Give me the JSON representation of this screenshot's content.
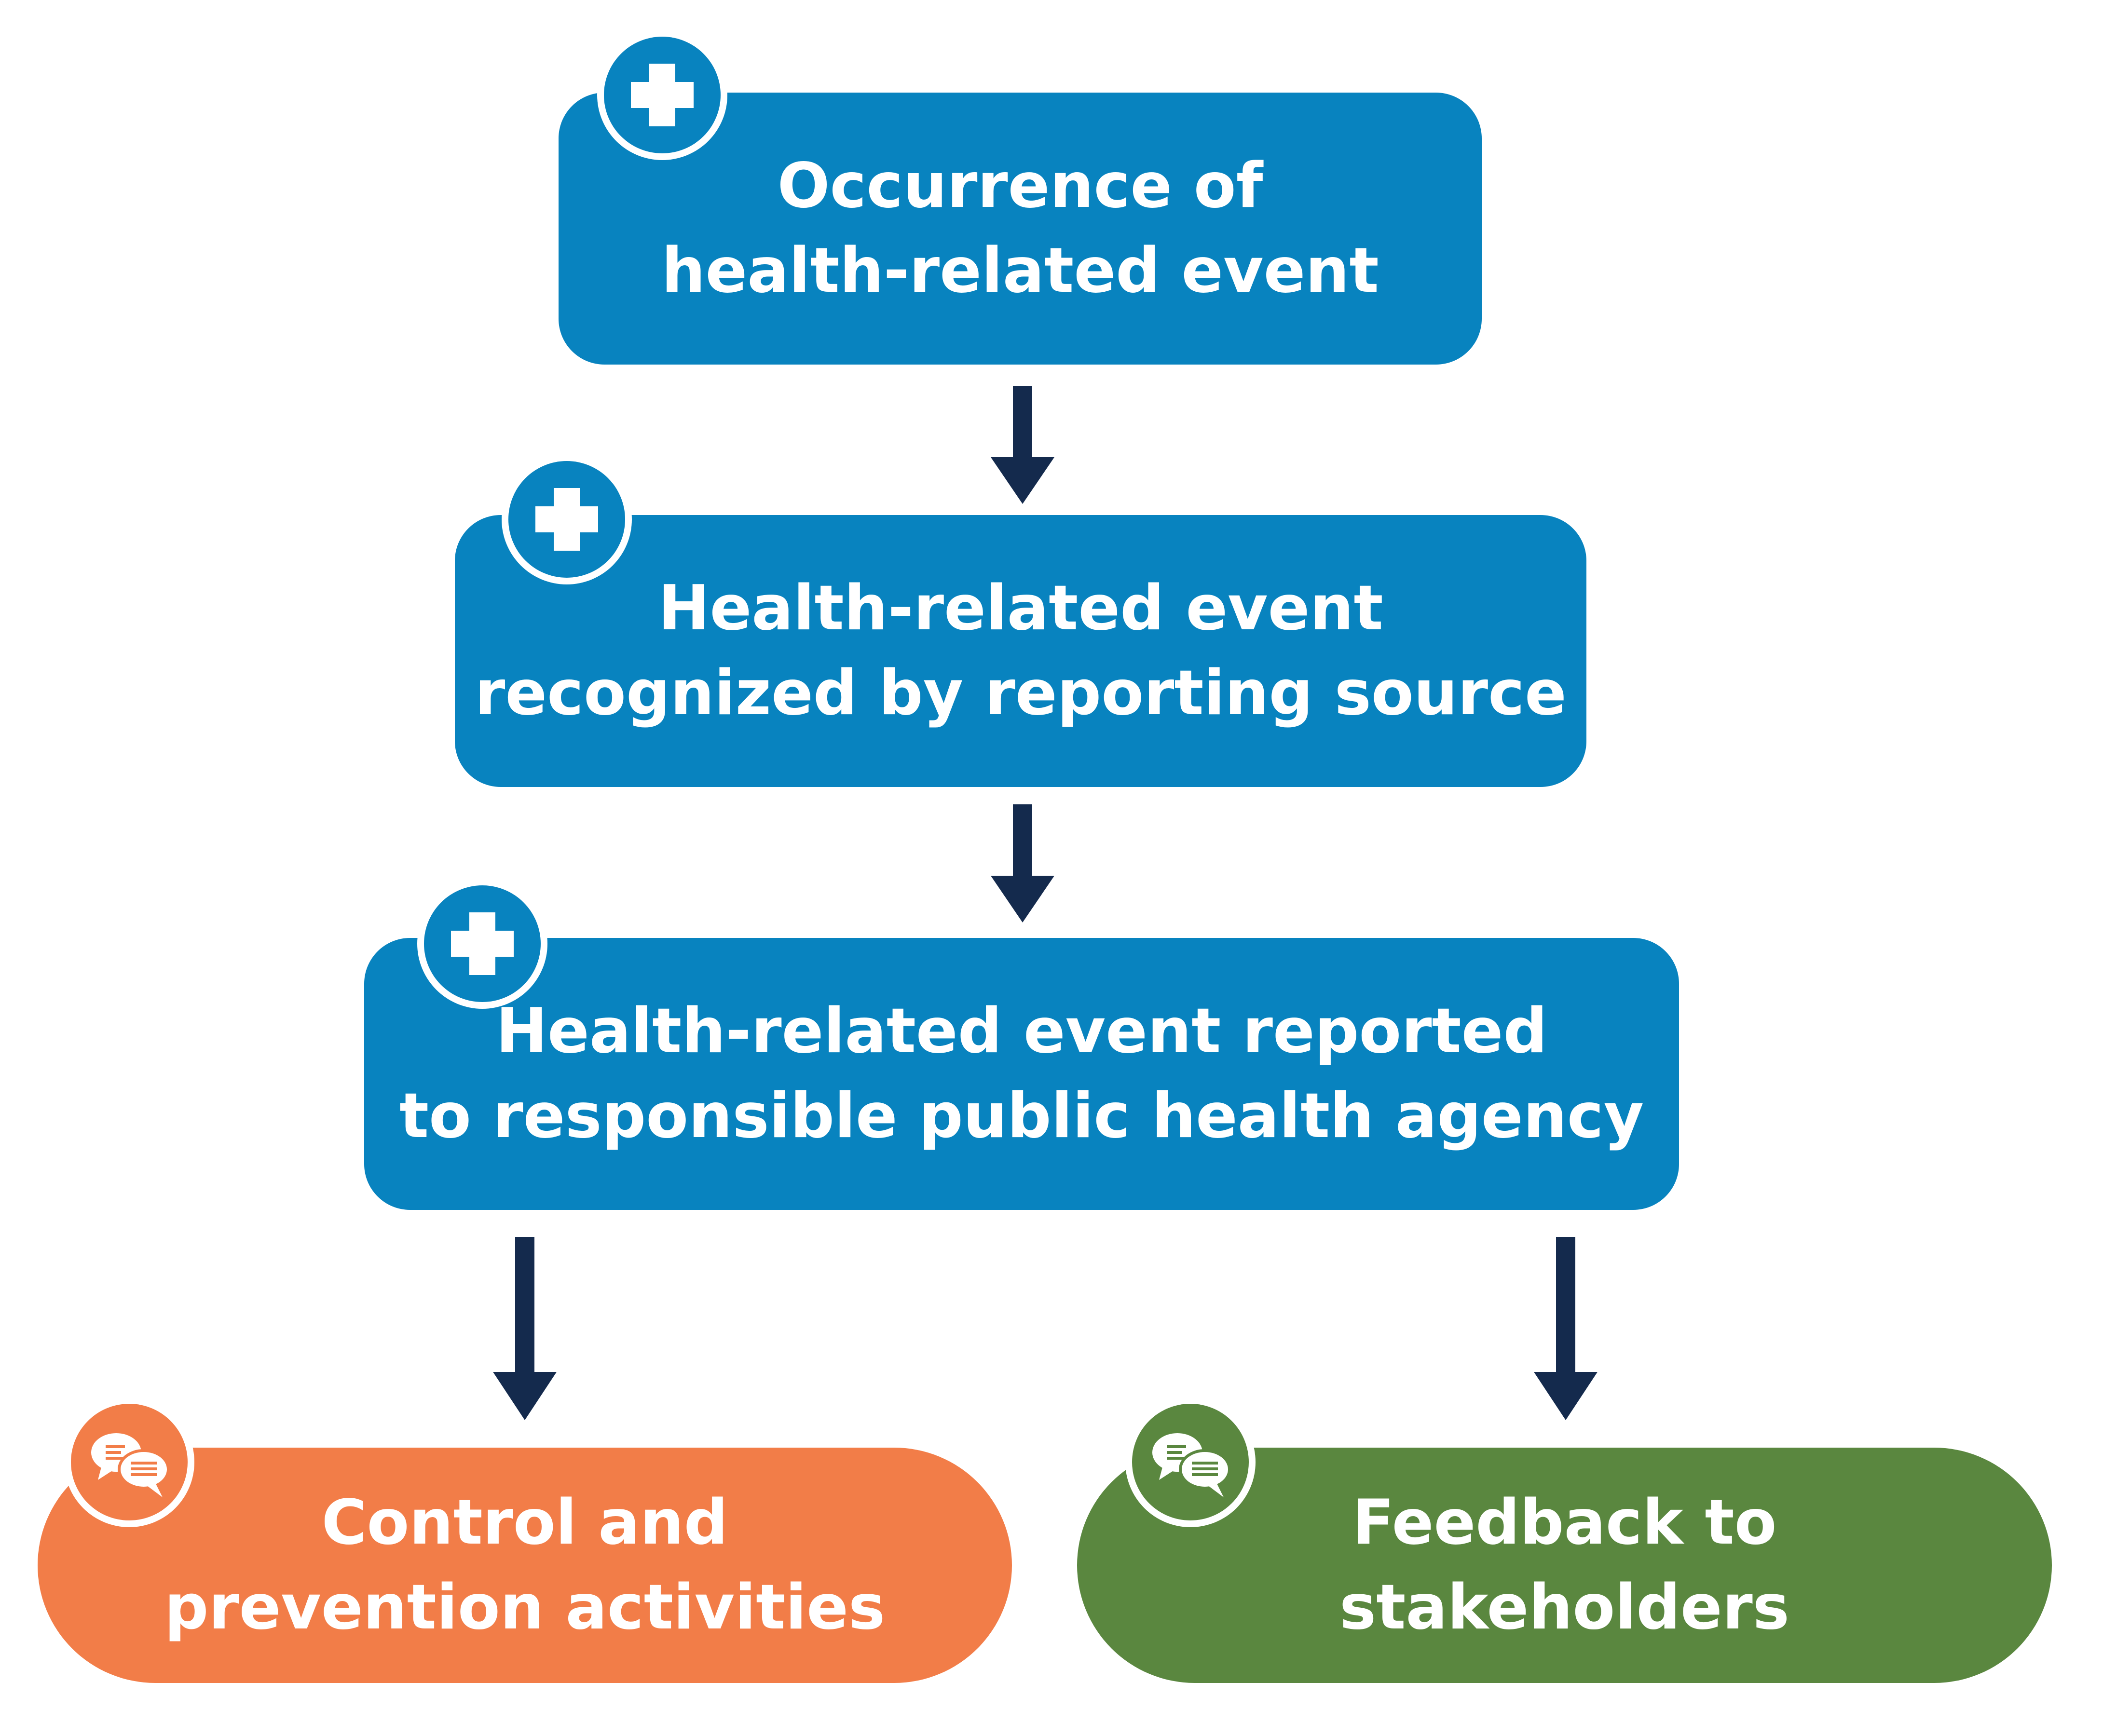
{
  "colors": {
    "process_blue": "#0883bf",
    "action_orange": "#f27d48",
    "feedback_green": "#5a873f",
    "arrow_navy": "#142a4d",
    "text_white": "#ffffff"
  },
  "steps": {
    "occurrence": {
      "line1": "Occurrence of",
      "line2": "health-related event",
      "icon": "medical-cross-icon"
    },
    "recognized": {
      "line1": "Health-related event",
      "line2": "recognized by reporting source",
      "icon": "medical-cross-icon"
    },
    "reported": {
      "line1": "Health-related event reported",
      "line2": "to responsible public health agency",
      "icon": "medical-cross-icon"
    }
  },
  "outcomes": {
    "control": {
      "line1": "Control and",
      "line2": "prevention activities",
      "icon": "chat-bubbles-icon"
    },
    "feedback": {
      "line1": "Feedback to",
      "line2": "stakeholders",
      "icon": "chat-bubbles-icon"
    }
  }
}
